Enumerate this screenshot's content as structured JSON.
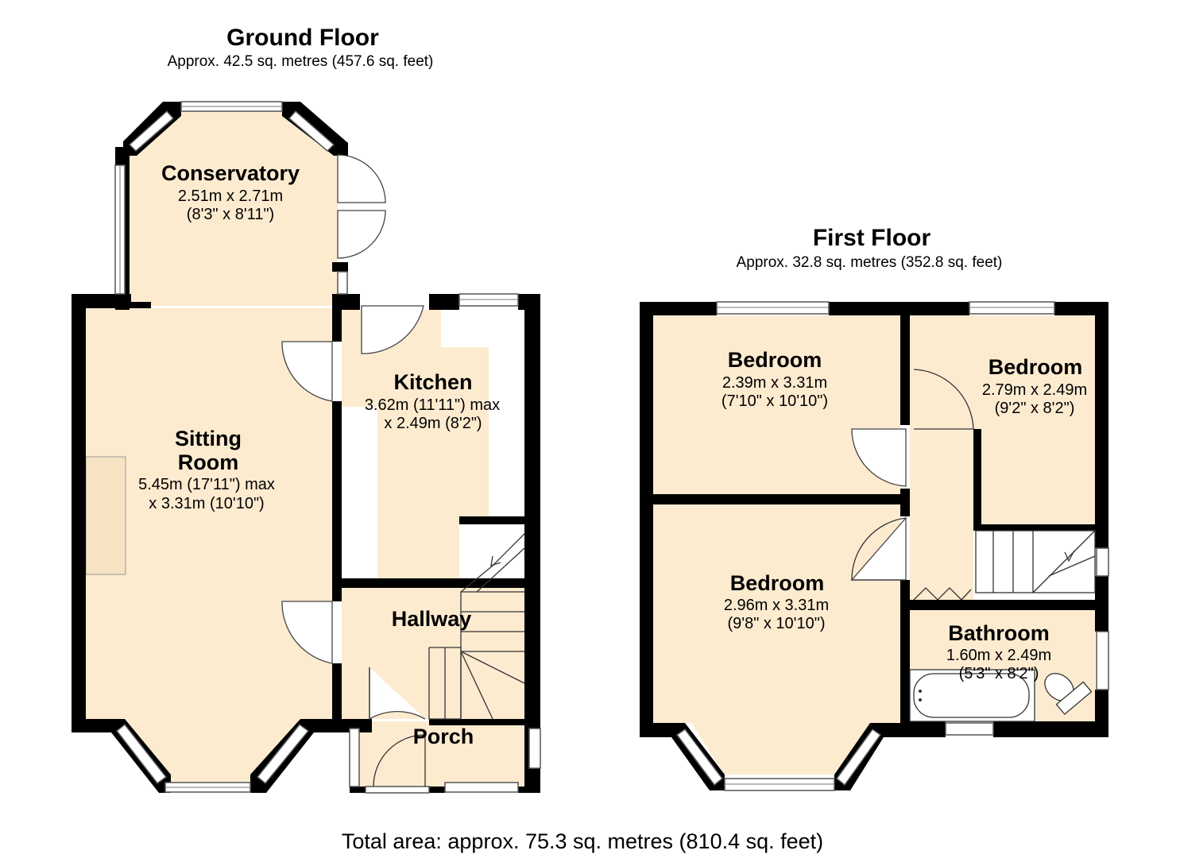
{
  "ground_floor": {
    "title": "Ground Floor",
    "area": "Approx. 42.5 sq. metres (457.6 sq. feet)",
    "rooms": {
      "conservatory": {
        "name": "Conservatory",
        "dim1": "2.51m x 2.71m",
        "dim2": "(8'3\" x 8'11\")"
      },
      "kitchen": {
        "name": "Kitchen",
        "dim1": "3.62m (11'11\") max",
        "dim2": "x 2.49m (8'2\")"
      },
      "sitting_room": {
        "name1": "Sitting",
        "name2": "Room",
        "dim1": "5.45m (17'11\") max",
        "dim2": "x 3.31m (10'10\")"
      },
      "hallway": {
        "name": "Hallway"
      },
      "porch": {
        "name": "Porch"
      }
    }
  },
  "first_floor": {
    "title": "First Floor",
    "area": "Approx. 32.8 sq. metres (352.8 sq. feet)",
    "rooms": {
      "bedroom_1": {
        "name": "Bedroom",
        "dim1": "2.39m x 3.31m",
        "dim2": "(7'10\" x 10'10\")"
      },
      "bedroom_2": {
        "name": "Bedroom",
        "dim1": "2.79m x 2.49m",
        "dim2": "(9'2\" x 8'2\")"
      },
      "bedroom_3": {
        "name": "Bedroom",
        "dim1": "2.96m x 3.31m",
        "dim2": "(9'8\" x 10'10\")"
      },
      "bathroom": {
        "name": "Bathroom",
        "dim1": "1.60m x 2.49m",
        "dim2": "(5'3\" x 8'2\")"
      }
    }
  },
  "total_area": "Total area: approx. 75.3 sq. metres (810.4 sq. feet)"
}
